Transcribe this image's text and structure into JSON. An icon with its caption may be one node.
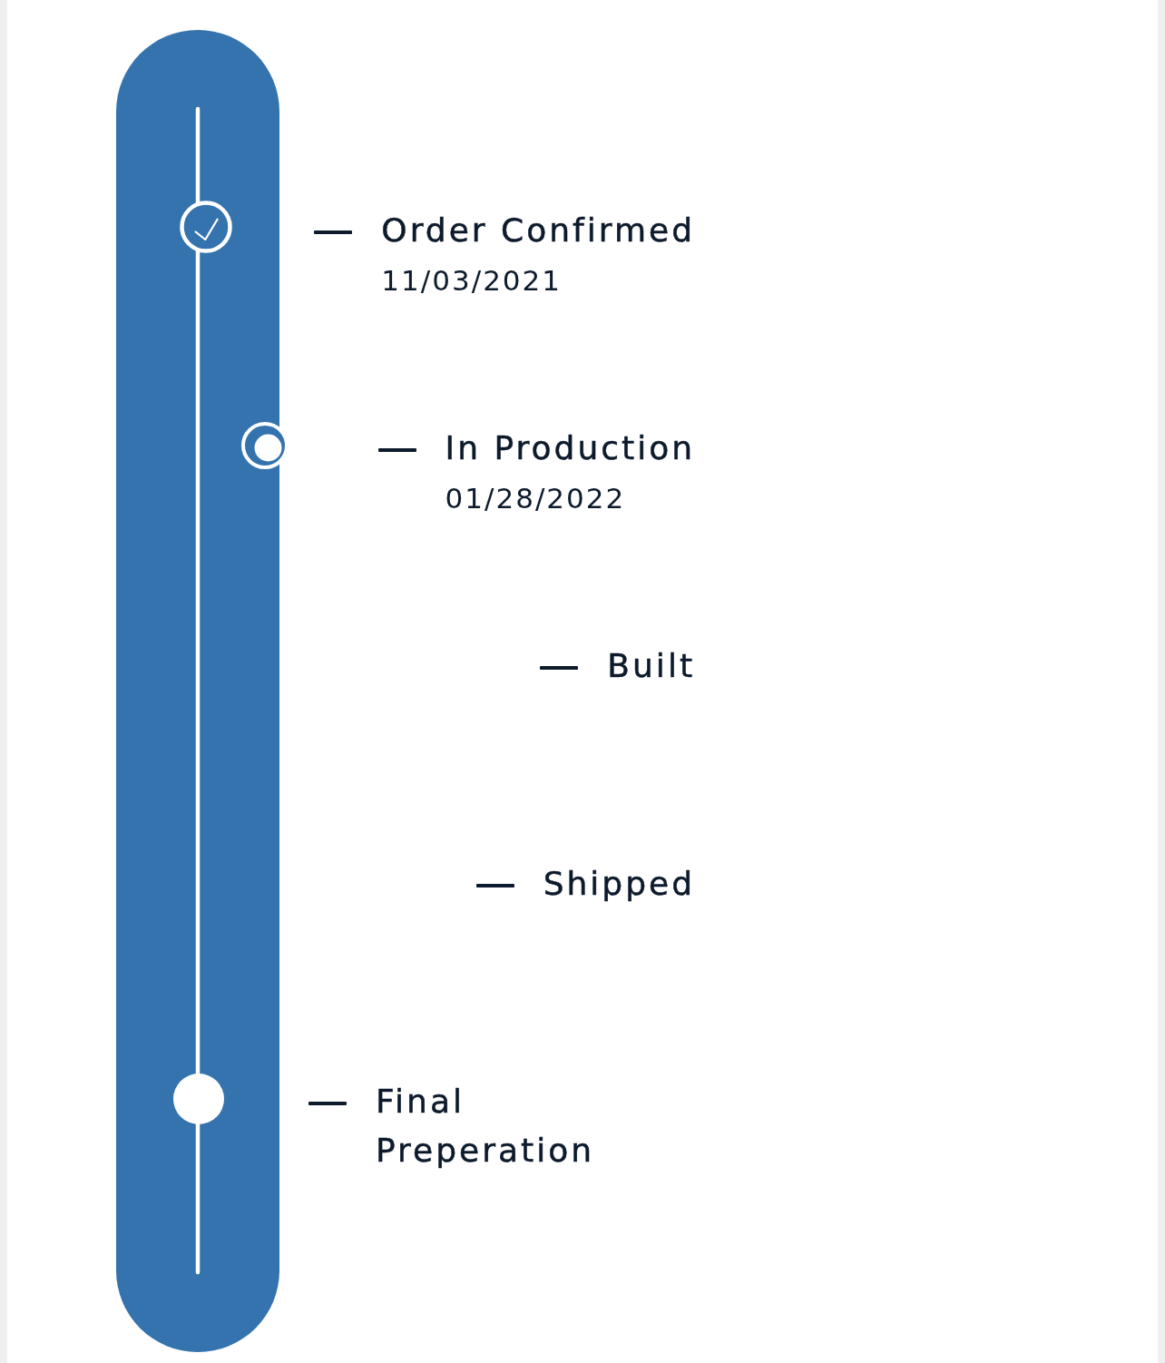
{
  "diagram": {
    "labels": [
      "Order Confirmed",
      "11/03/2021",
      "In Production",
      "01/28/2022",
      "Built",
      "Shipped",
      "Final Preperation"
    ]
  }
}
